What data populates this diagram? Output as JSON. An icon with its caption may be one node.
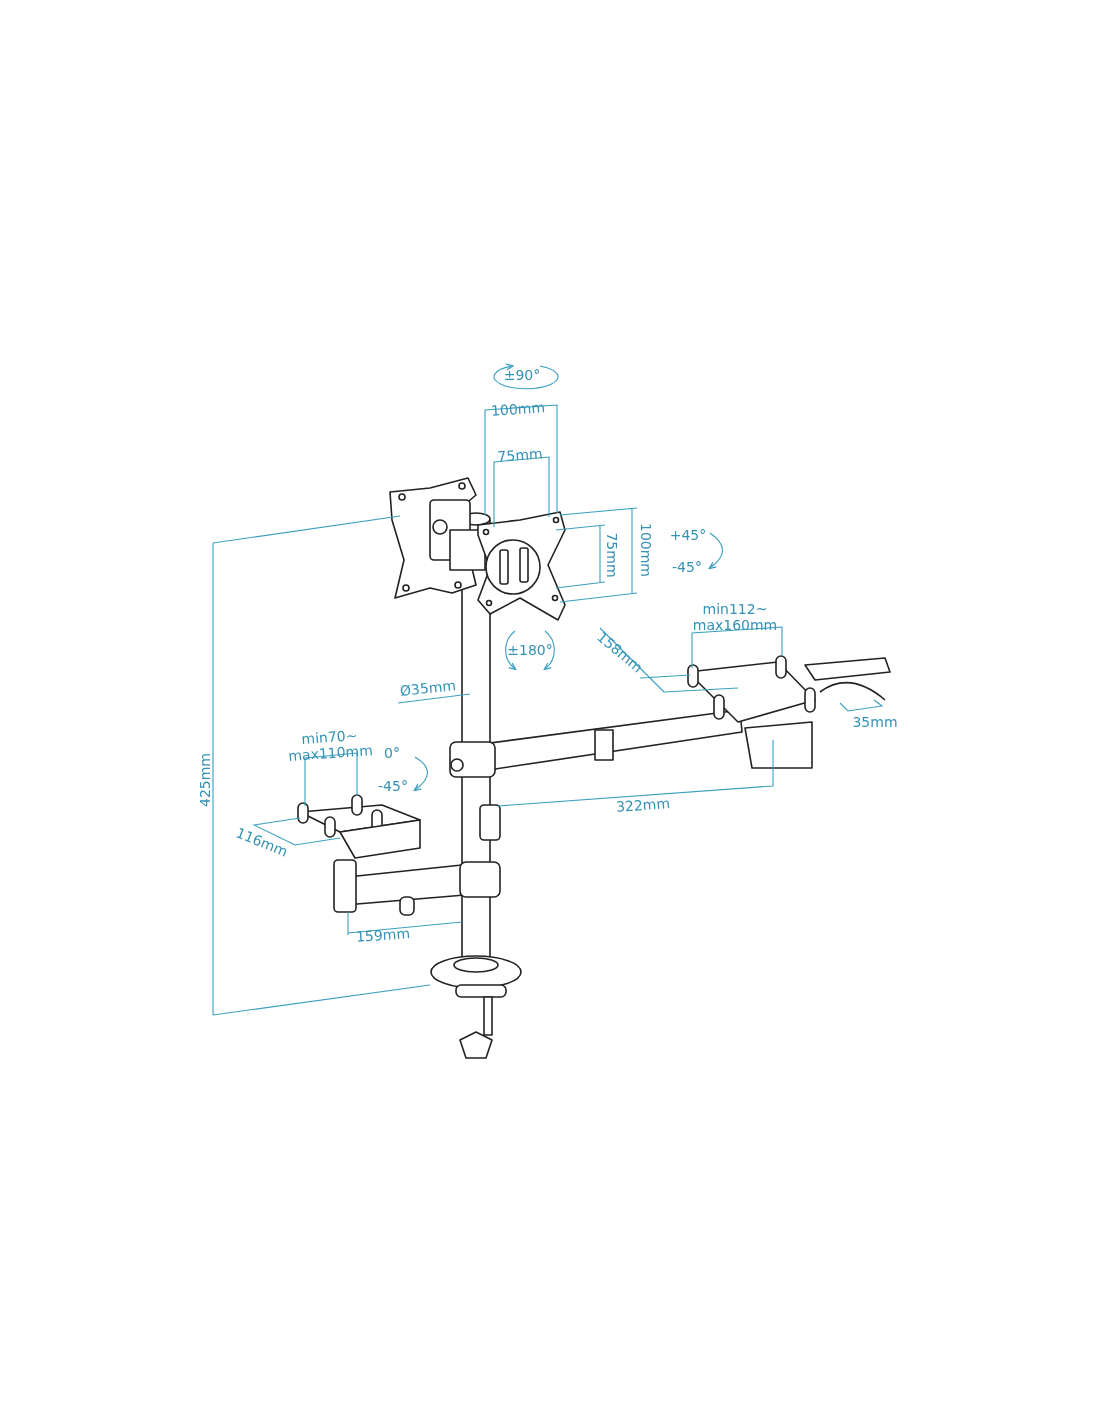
{
  "diagram": {
    "labels": [
      "±90°",
      "100mm",
      "75mm",
      "75mm",
      "100mm",
      "+45°",
      "-45°",
      "min112~ max160mm",
      "158mm",
      "±180°",
      "Ø35mm",
      "35mm",
      "min70~ max110mm",
      "0°",
      "-45°",
      "425mm",
      "116mm",
      "322mm",
      "159mm"
    ]
  }
}
